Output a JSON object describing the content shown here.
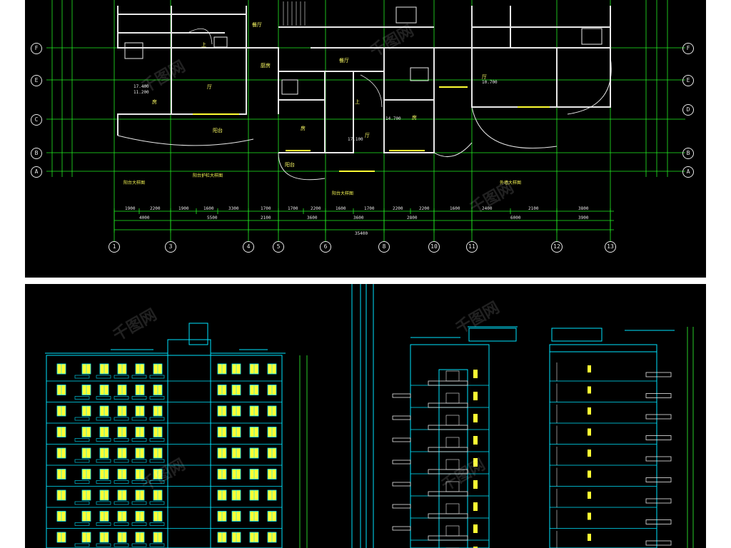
{
  "plan": {
    "row_axes_left": [
      "F",
      "E",
      "C",
      "B",
      "A"
    ],
    "row_axes_right": [
      "F",
      "E",
      "D",
      "B",
      "A"
    ],
    "col_axes": [
      "1",
      "3",
      "4",
      "5",
      "6",
      "8",
      "10",
      "11",
      "12",
      "13"
    ],
    "rooms": [
      {
        "id": "r1",
        "text": "厅"
      },
      {
        "id": "r2",
        "text": "房"
      },
      {
        "id": "r3",
        "text": "阳台"
      },
      {
        "id": "r4",
        "text": "餐厅"
      },
      {
        "id": "r5",
        "text": "厨房"
      },
      {
        "id": "r6",
        "text": "厅"
      },
      {
        "id": "r7",
        "text": "房"
      },
      {
        "id": "r8",
        "text": "房"
      },
      {
        "id": "r9",
        "text": "阳台"
      },
      {
        "id": "r10",
        "text": "餐厅"
      },
      {
        "id": "r11",
        "text": "厅"
      },
      {
        "id": "r12",
        "text": "上"
      },
      {
        "id": "r13",
        "text": "上"
      }
    ],
    "dims_top": [
      "1900",
      "2200",
      "1900",
      "1600",
      "3300",
      "1700",
      "1700",
      "2200",
      "1600",
      "1700",
      "2200",
      "2200",
      "1600",
      "2400",
      "2100",
      "3800"
    ],
    "dims_mid": [
      "4000",
      "5500",
      "2100",
      "3600",
      "3600",
      "2800",
      "6000",
      "3900"
    ],
    "dim_total": "35400",
    "notes": [
      {
        "id": "n1",
        "text": "阳台大样图"
      },
      {
        "id": "n2",
        "text": "阳台护栏大样图"
      },
      {
        "id": "n3",
        "text": "阳台大样图"
      },
      {
        "id": "n4",
        "text": "外墙大样图"
      }
    ],
    "level_marks": [
      "17.400",
      "11.200",
      "10.700",
      "17.100",
      "14.700"
    ]
  },
  "watermark": "千图网",
  "colors": {
    "background": "#000000",
    "wall": "#e8e8e8",
    "axis": "#e8e8e8",
    "dim_line": "#33ff33",
    "grid": "#00ffff",
    "text": "#ffff66",
    "window": "#00e5ff",
    "window_fill": "#ffff33"
  }
}
